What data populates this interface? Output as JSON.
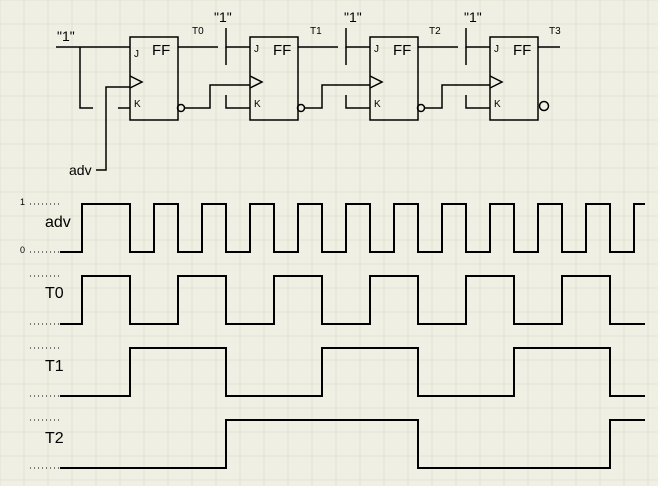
{
  "counter": {
    "one_label": "\"1\"",
    "flipflop_label": "FF",
    "j_label": "J",
    "k_label": "K",
    "clock_input_label": "adv",
    "stages": [
      {
        "output": "T0"
      },
      {
        "output": "T1"
      },
      {
        "output": "T2"
      },
      {
        "output": "T3"
      }
    ]
  },
  "timing": {
    "level_high": "1",
    "level_low": "0",
    "signals": [
      {
        "name": "adv",
        "initial": 0,
        "transitions": [
          82,
          130,
          154,
          178,
          202,
          226,
          250,
          274,
          298,
          322,
          346,
          370,
          394,
          418,
          442,
          466,
          490,
          514,
          538,
          562,
          586,
          610,
          634
        ]
      },
      {
        "name": "T0",
        "initial": 0,
        "transitions": [
          82,
          130,
          178,
          226,
          274,
          322,
          370,
          418,
          466,
          514,
          562,
          610
        ]
      },
      {
        "name": "T1",
        "initial": 0,
        "transitions": [
          130,
          226,
          322,
          418,
          514,
          610
        ]
      },
      {
        "name": "T2",
        "initial": 0,
        "transitions": [
          226,
          418,
          610
        ]
      }
    ]
  }
}
